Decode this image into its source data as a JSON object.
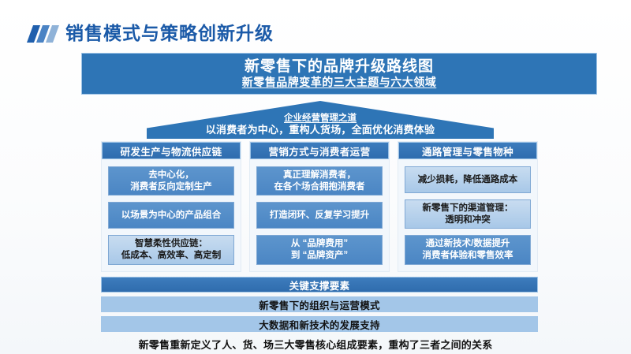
{
  "slide": {
    "heading": "销售模式与策略创新升级",
    "accent_color": "#1b5aa8",
    "banner_color": "#2e75b6"
  },
  "banner": {
    "title": "新零售下的品牌升级路线图",
    "subtitle": "新零售品牌变革的三大主题与六大领域"
  },
  "pentagon": {
    "title": "企业经营管理之道",
    "subtitle": "以消费者为中心，重构人货场，全面优化消费体验"
  },
  "columns": [
    {
      "header": "研发生产与物流供应链",
      "cells": [
        {
          "text": "去中心化，\n消费者反向定制生产",
          "style": "dark"
        },
        {
          "text": "以场景为中心的产品组合",
          "style": "dark"
        },
        {
          "text": "智慧柔性供应链：\n低成本、高效率、高定制",
          "style": "light"
        }
      ]
    },
    {
      "header": "营销方式与消费者运营",
      "cells": [
        {
          "text": "真正理解消费者，\n在各个场合拥抱消费者",
          "style": "dark"
        },
        {
          "text": "打造闭环、反复学习提升",
          "style": "dark"
        },
        {
          "text": "从 “品牌费用”\n到 “品牌资产”",
          "style": "dark"
        }
      ]
    },
    {
      "header": "通路管理与零售物种",
      "cells": [
        {
          "text": "减少损耗，降低通路成本",
          "style": "light"
        },
        {
          "text": "新零售下的渠道管理：\n透明和冲突",
          "style": "light"
        },
        {
          "text": "通过新技术/数据提升\n消费者体验和零售效率",
          "style": "dark"
        }
      ]
    }
  ],
  "bottom_bars": [
    {
      "text": "关键支撑要素",
      "style": "primary"
    },
    {
      "text": "新零售下的组织与运营模式",
      "style": "secondary"
    },
    {
      "text": "大数据和新技术的发展支持",
      "style": "secondary"
    }
  ],
  "footer": {
    "text": "新零售重新定义了人、货、场三大零售核心组成要素，重构了三者之间的关系"
  }
}
